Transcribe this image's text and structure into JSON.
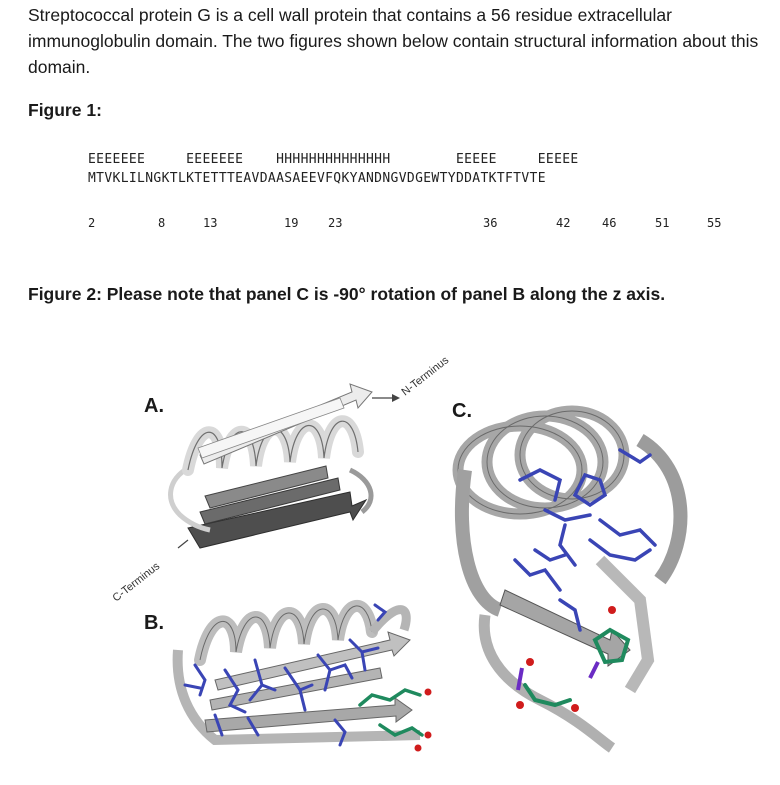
{
  "intro": "Streptococcal protein G is a cell wall protein that contains a 56 residue extracellular immunoglobulin domain.  The two figures shown below contain structural information about this domain.",
  "figure1": {
    "heading": "Figure 1:",
    "secondary_structure": "EEEEEEE     EEEEEEE    HHHHHHHHHHHHHH        EEEEE     EEEEE",
    "sequence": "MTVKLILNGKTLKTETTTEAVDAASAEEVFQKYANDNGVDGEWTYDDATKTFTVTE",
    "residue_numbers": [
      "2",
      "8",
      "13",
      "19",
      "23",
      "36",
      "42",
      "46",
      "51",
      "55"
    ]
  },
  "figure2": {
    "heading": "Figure 2: Please note that panel C is -90° rotation of panel B along the z axis.",
    "panel_labels": {
      "a": "A.",
      "b": "B.",
      "c": "C."
    },
    "n_terminus": "N-Terminus",
    "c_terminus": "C-Terminus"
  },
  "colors": {
    "ribbon": "#a9a9a9",
    "ribbon_dark": "#5a5a5a",
    "sidechain_blue": "#3a45b5",
    "sidechain_green": "#1f8a5e",
    "oxygen_red": "#d01c1c",
    "nitrogen_purple": "#6a2bc4"
  }
}
